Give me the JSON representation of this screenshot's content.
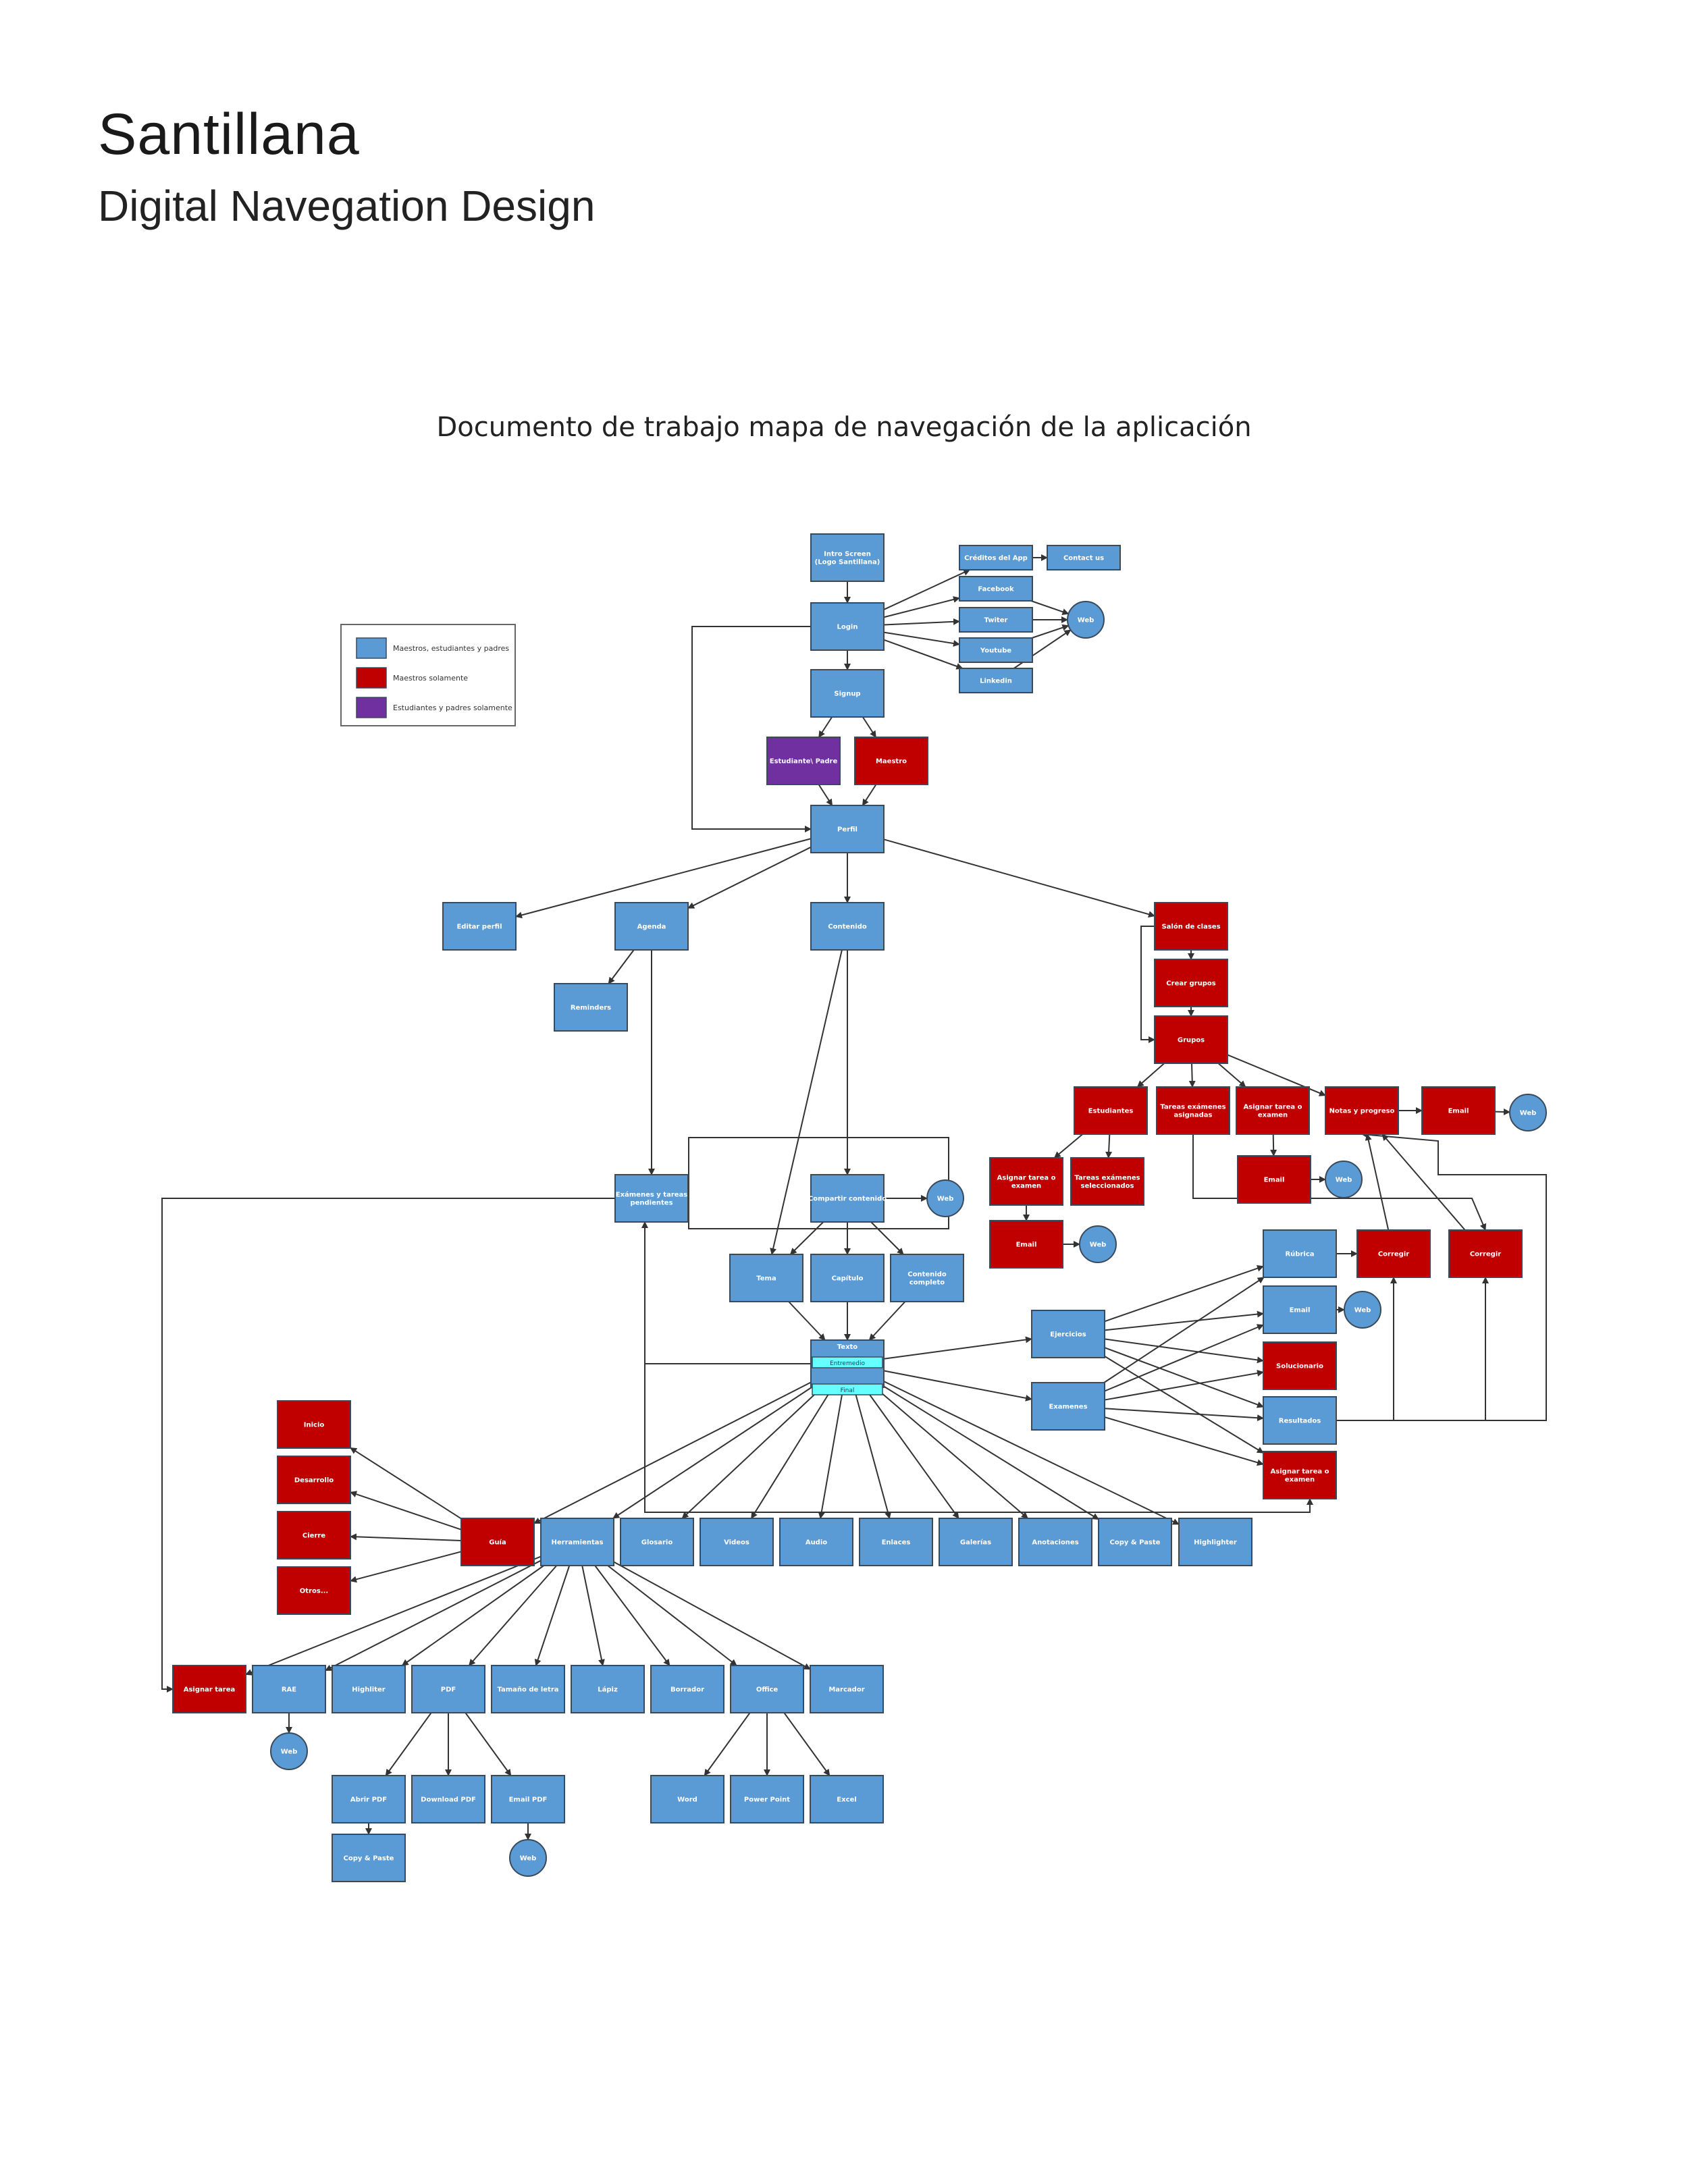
{
  "header": {
    "title": "Santillana",
    "subtitle": "Digital Navegation Design"
  },
  "document": {
    "title": "Documento de trabajo mapa de navegación de la aplicación"
  },
  "colors": {
    "blue": "#5b9bd5",
    "red": "#c00000",
    "purple": "#7030a0",
    "cyan": "#66ffff",
    "stroke": "#3a4a5a",
    "line": "#333333"
  },
  "legend": [
    {
      "label": "Maestros, estudiantes y padres",
      "color": "blue"
    },
    {
      "label": "Maestros solamente",
      "color": "red"
    },
    {
      "label": "Estudiantes y padres solamente",
      "color": "purple"
    }
  ],
  "nodes": [
    {
      "id": "intro",
      "lines": [
        "Intro Screen",
        "(Logo Santillana)"
      ],
      "color": "blue"
    },
    {
      "id": "creditos",
      "lines": [
        "Créditos del App"
      ],
      "color": "blue"
    },
    {
      "id": "contact",
      "lines": [
        "Contact us"
      ],
      "color": "blue"
    },
    {
      "id": "facebook",
      "lines": [
        "Facebook"
      ],
      "color": "blue"
    },
    {
      "id": "twitter",
      "lines": [
        "Twiter"
      ],
      "color": "blue"
    },
    {
      "id": "youtube",
      "lines": [
        "Youtube"
      ],
      "color": "blue"
    },
    {
      "id": "linkedin",
      "lines": [
        "Linkedin"
      ],
      "color": "blue"
    },
    {
      "id": "web_social",
      "lines": [
        "Web"
      ],
      "color": "blue",
      "shape": "circle"
    },
    {
      "id": "login",
      "lines": [
        "Login"
      ],
      "color": "blue"
    },
    {
      "id": "signup",
      "lines": [
        "Signup"
      ],
      "color": "blue"
    },
    {
      "id": "estudiante",
      "lines": [
        "Estudiante\\ Padre"
      ],
      "color": "purple"
    },
    {
      "id": "maestro",
      "lines": [
        "Maestro"
      ],
      "color": "red"
    },
    {
      "id": "perfil",
      "lines": [
        "Perfil"
      ],
      "color": "blue"
    },
    {
      "id": "editar",
      "lines": [
        "Editar perfil"
      ],
      "color": "blue"
    },
    {
      "id": "agenda",
      "lines": [
        "Agenda"
      ],
      "color": "blue"
    },
    {
      "id": "contenido",
      "lines": [
        "Contenido"
      ],
      "color": "blue"
    },
    {
      "id": "salon",
      "lines": [
        "Salón de clases"
      ],
      "color": "red"
    },
    {
      "id": "reminders",
      "lines": [
        "Reminders"
      ],
      "color": "blue"
    },
    {
      "id": "crear",
      "lines": [
        "Crear grupos"
      ],
      "color": "red"
    },
    {
      "id": "grupos",
      "lines": [
        "Grupos"
      ],
      "color": "red"
    },
    {
      "id": "estudiantes",
      "lines": [
        "Estudiantes"
      ],
      "color": "red"
    },
    {
      "id": "tareas_asig",
      "lines": [
        "Tareas exámenes",
        "asignadas"
      ],
      "color": "red"
    },
    {
      "id": "asignar1",
      "lines": [
        "Asignar tarea o",
        "examen"
      ],
      "color": "red"
    },
    {
      "id": "notas",
      "lines": [
        "Notas y progreso"
      ],
      "color": "red"
    },
    {
      "id": "email1",
      "lines": [
        "Email"
      ],
      "color": "red"
    },
    {
      "id": "web1",
      "lines": [
        "Web"
      ],
      "color": "blue",
      "shape": "circle"
    },
    {
      "id": "email2",
      "lines": [
        "Email"
      ],
      "color": "red"
    },
    {
      "id": "web2",
      "lines": [
        "Web"
      ],
      "color": "blue",
      "shape": "circle"
    },
    {
      "id": "examenes_pend",
      "lines": [
        "Exámenes y tareas",
        "pendientes"
      ],
      "color": "blue"
    },
    {
      "id": "compartir",
      "lines": [
        "Compartir contenido"
      ],
      "color": "blue"
    },
    {
      "id": "web3",
      "lines": [
        "Web"
      ],
      "color": "blue",
      "shape": "circle"
    },
    {
      "id": "asignar2",
      "lines": [
        "Asignar tarea o",
        "examen"
      ],
      "color": "red"
    },
    {
      "id": "tareas_sel",
      "lines": [
        "Tareas exámenes",
        "seleccionados"
      ],
      "color": "red"
    },
    {
      "id": "email3",
      "lines": [
        "Email"
      ],
      "color": "red"
    },
    {
      "id": "web4",
      "lines": [
        "Web"
      ],
      "color": "blue",
      "shape": "circle"
    },
    {
      "id": "tema",
      "lines": [
        "Tema"
      ],
      "color": "blue"
    },
    {
      "id": "capitulo",
      "lines": [
        "Capítulo"
      ],
      "color": "blue"
    },
    {
      "id": "completo",
      "lines": [
        "Contenido",
        "completo"
      ],
      "color": "blue"
    },
    {
      "id": "rubrica",
      "lines": [
        "Rúbrica"
      ],
      "color": "blue"
    },
    {
      "id": "corregir1",
      "lines": [
        "Corregir"
      ],
      "color": "red"
    },
    {
      "id": "corregir2",
      "lines": [
        "Corregir"
      ],
      "color": "red"
    },
    {
      "id": "email4",
      "lines": [
        "Email"
      ],
      "color": "blue"
    },
    {
      "id": "web5",
      "lines": [
        "Web"
      ],
      "color": "blue",
      "shape": "circle"
    },
    {
      "id": "ejercicios",
      "lines": [
        "Ejercicios"
      ],
      "color": "blue"
    },
    {
      "id": "texto",
      "lines": [
        "Texto"
      ],
      "color": "blue"
    },
    {
      "id": "solucionario",
      "lines": [
        "Solucionario"
      ],
      "color": "red"
    },
    {
      "id": "examenes",
      "lines": [
        "Examenes"
      ],
      "color": "blue"
    },
    {
      "id": "resultados",
      "lines": [
        "Resultados"
      ],
      "color": "blue"
    },
    {
      "id": "asignar3",
      "lines": [
        "Asignar tarea o",
        "examen"
      ],
      "color": "red"
    },
    {
      "id": "inicio",
      "lines": [
        "Inicio"
      ],
      "color": "red"
    },
    {
      "id": "desarrollo",
      "lines": [
        "Desarrollo"
      ],
      "color": "red"
    },
    {
      "id": "cierre",
      "lines": [
        "Cierre"
      ],
      "color": "red"
    },
    {
      "id": "otros",
      "lines": [
        "Otros..."
      ],
      "color": "red"
    },
    {
      "id": "guia",
      "lines": [
        "Guía"
      ],
      "color": "red"
    },
    {
      "id": "herramientas",
      "lines": [
        "Herramientas"
      ],
      "color": "blue"
    },
    {
      "id": "glosario",
      "lines": [
        "Glosario"
      ],
      "color": "blue"
    },
    {
      "id": "videos",
      "lines": [
        "Videos"
      ],
      "color": "blue"
    },
    {
      "id": "audio",
      "lines": [
        "Audio"
      ],
      "color": "blue"
    },
    {
      "id": "enlaces",
      "lines": [
        "Enlaces"
      ],
      "color": "blue"
    },
    {
      "id": "galerias",
      "lines": [
        "Galerías"
      ],
      "color": "blue"
    },
    {
      "id": "anotaciones",
      "lines": [
        "Anotaciones"
      ],
      "color": "blue"
    },
    {
      "id": "copypaste1",
      "lines": [
        "Copy & Paste"
      ],
      "color": "blue"
    },
    {
      "id": "highlighter",
      "lines": [
        "Highlighter"
      ],
      "color": "blue"
    },
    {
      "id": "asignar_tarea",
      "lines": [
        "Asignar tarea"
      ],
      "color": "red"
    },
    {
      "id": "rae",
      "lines": [
        "RAE"
      ],
      "color": "blue"
    },
    {
      "id": "highliter",
      "lines": [
        "Highliter"
      ],
      "color": "blue"
    },
    {
      "id": "pdf",
      "lines": [
        "PDF"
      ],
      "color": "blue"
    },
    {
      "id": "tamano",
      "lines": [
        "Tamaño de letra"
      ],
      "color": "blue"
    },
    {
      "id": "lapiz",
      "lines": [
        "Lápiz"
      ],
      "color": "blue"
    },
    {
      "id": "borrador",
      "lines": [
        "Borrador"
      ],
      "color": "blue"
    },
    {
      "id": "office",
      "lines": [
        "Office"
      ],
      "color": "blue"
    },
    {
      "id": "marcador",
      "lines": [
        "Marcador"
      ],
      "color": "blue"
    },
    {
      "id": "web6",
      "lines": [
        "Web"
      ],
      "color": "blue",
      "shape": "circle"
    },
    {
      "id": "abrir",
      "lines": [
        "Abrir PDF"
      ],
      "color": "blue"
    },
    {
      "id": "download",
      "lines": [
        "Download PDF"
      ],
      "color": "blue"
    },
    {
      "id": "emailpdf",
      "lines": [
        "Email PDF"
      ],
      "color": "blue"
    },
    {
      "id": "word",
      "lines": [
        "Word"
      ],
      "color": "blue"
    },
    {
      "id": "powerpoint",
      "lines": [
        "Power Point"
      ],
      "color": "blue"
    },
    {
      "id": "excel",
      "lines": [
        "Excel"
      ],
      "color": "blue"
    },
    {
      "id": "copypaste2",
      "lines": [
        "Copy & Paste"
      ],
      "color": "blue"
    },
    {
      "id": "web7",
      "lines": [
        "Web"
      ],
      "color": "blue",
      "shape": "circle"
    }
  ],
  "texto_sections": [
    "Entremedio",
    "Final"
  ]
}
